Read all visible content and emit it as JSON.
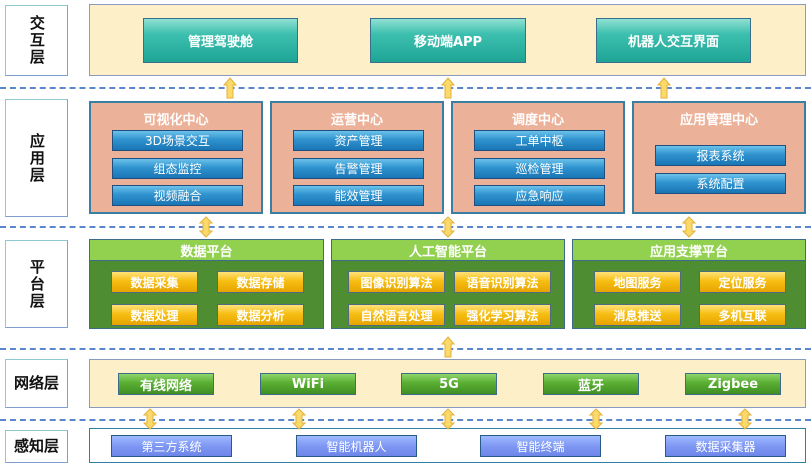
{
  "layers": {
    "interaction": {
      "label": "交互层",
      "items": [
        "管理驾驶舱",
        "移动端APP",
        "机器人交互界面"
      ]
    },
    "application": {
      "label": "应用层",
      "groups": [
        {
          "title": "可视化中心",
          "items": [
            "3D场景交互",
            "组态监控",
            "视频融合"
          ]
        },
        {
          "title": "运营中心",
          "items": [
            "资产管理",
            "告警管理",
            "能效管理"
          ]
        },
        {
          "title": "调度中心",
          "items": [
            "工单中枢",
            "巡检管理",
            "应急响应"
          ]
        },
        {
          "title": "应用管理中心",
          "items": [
            "报表系统",
            "系统配置"
          ]
        }
      ]
    },
    "platform": {
      "label": "平台层",
      "groups": [
        {
          "title": "数据平台",
          "items": [
            "数据采集",
            "数据存储",
            "数据处理",
            "数据分析"
          ]
        },
        {
          "title": "人工智能平台",
          "items": [
            "图像识别算法",
            "语音识别算法",
            "自然语言处理",
            "强化学习算法"
          ]
        },
        {
          "title": "应用支撑平台",
          "items": [
            "地图服务",
            "定位服务",
            "消息推送",
            "多机互联"
          ]
        }
      ]
    },
    "network": {
      "label": "网络层",
      "items": [
        "有线网络",
        "WiFi",
        "5G",
        "蓝牙",
        "Zigbee"
      ]
    },
    "perception": {
      "label": "感知层",
      "items": [
        "第三方系统",
        "智能机器人",
        "智能终端",
        "数据采集器"
      ]
    }
  },
  "arrows": {
    "icon": "updown-arrow-icon",
    "color": "#f9d56b"
  }
}
